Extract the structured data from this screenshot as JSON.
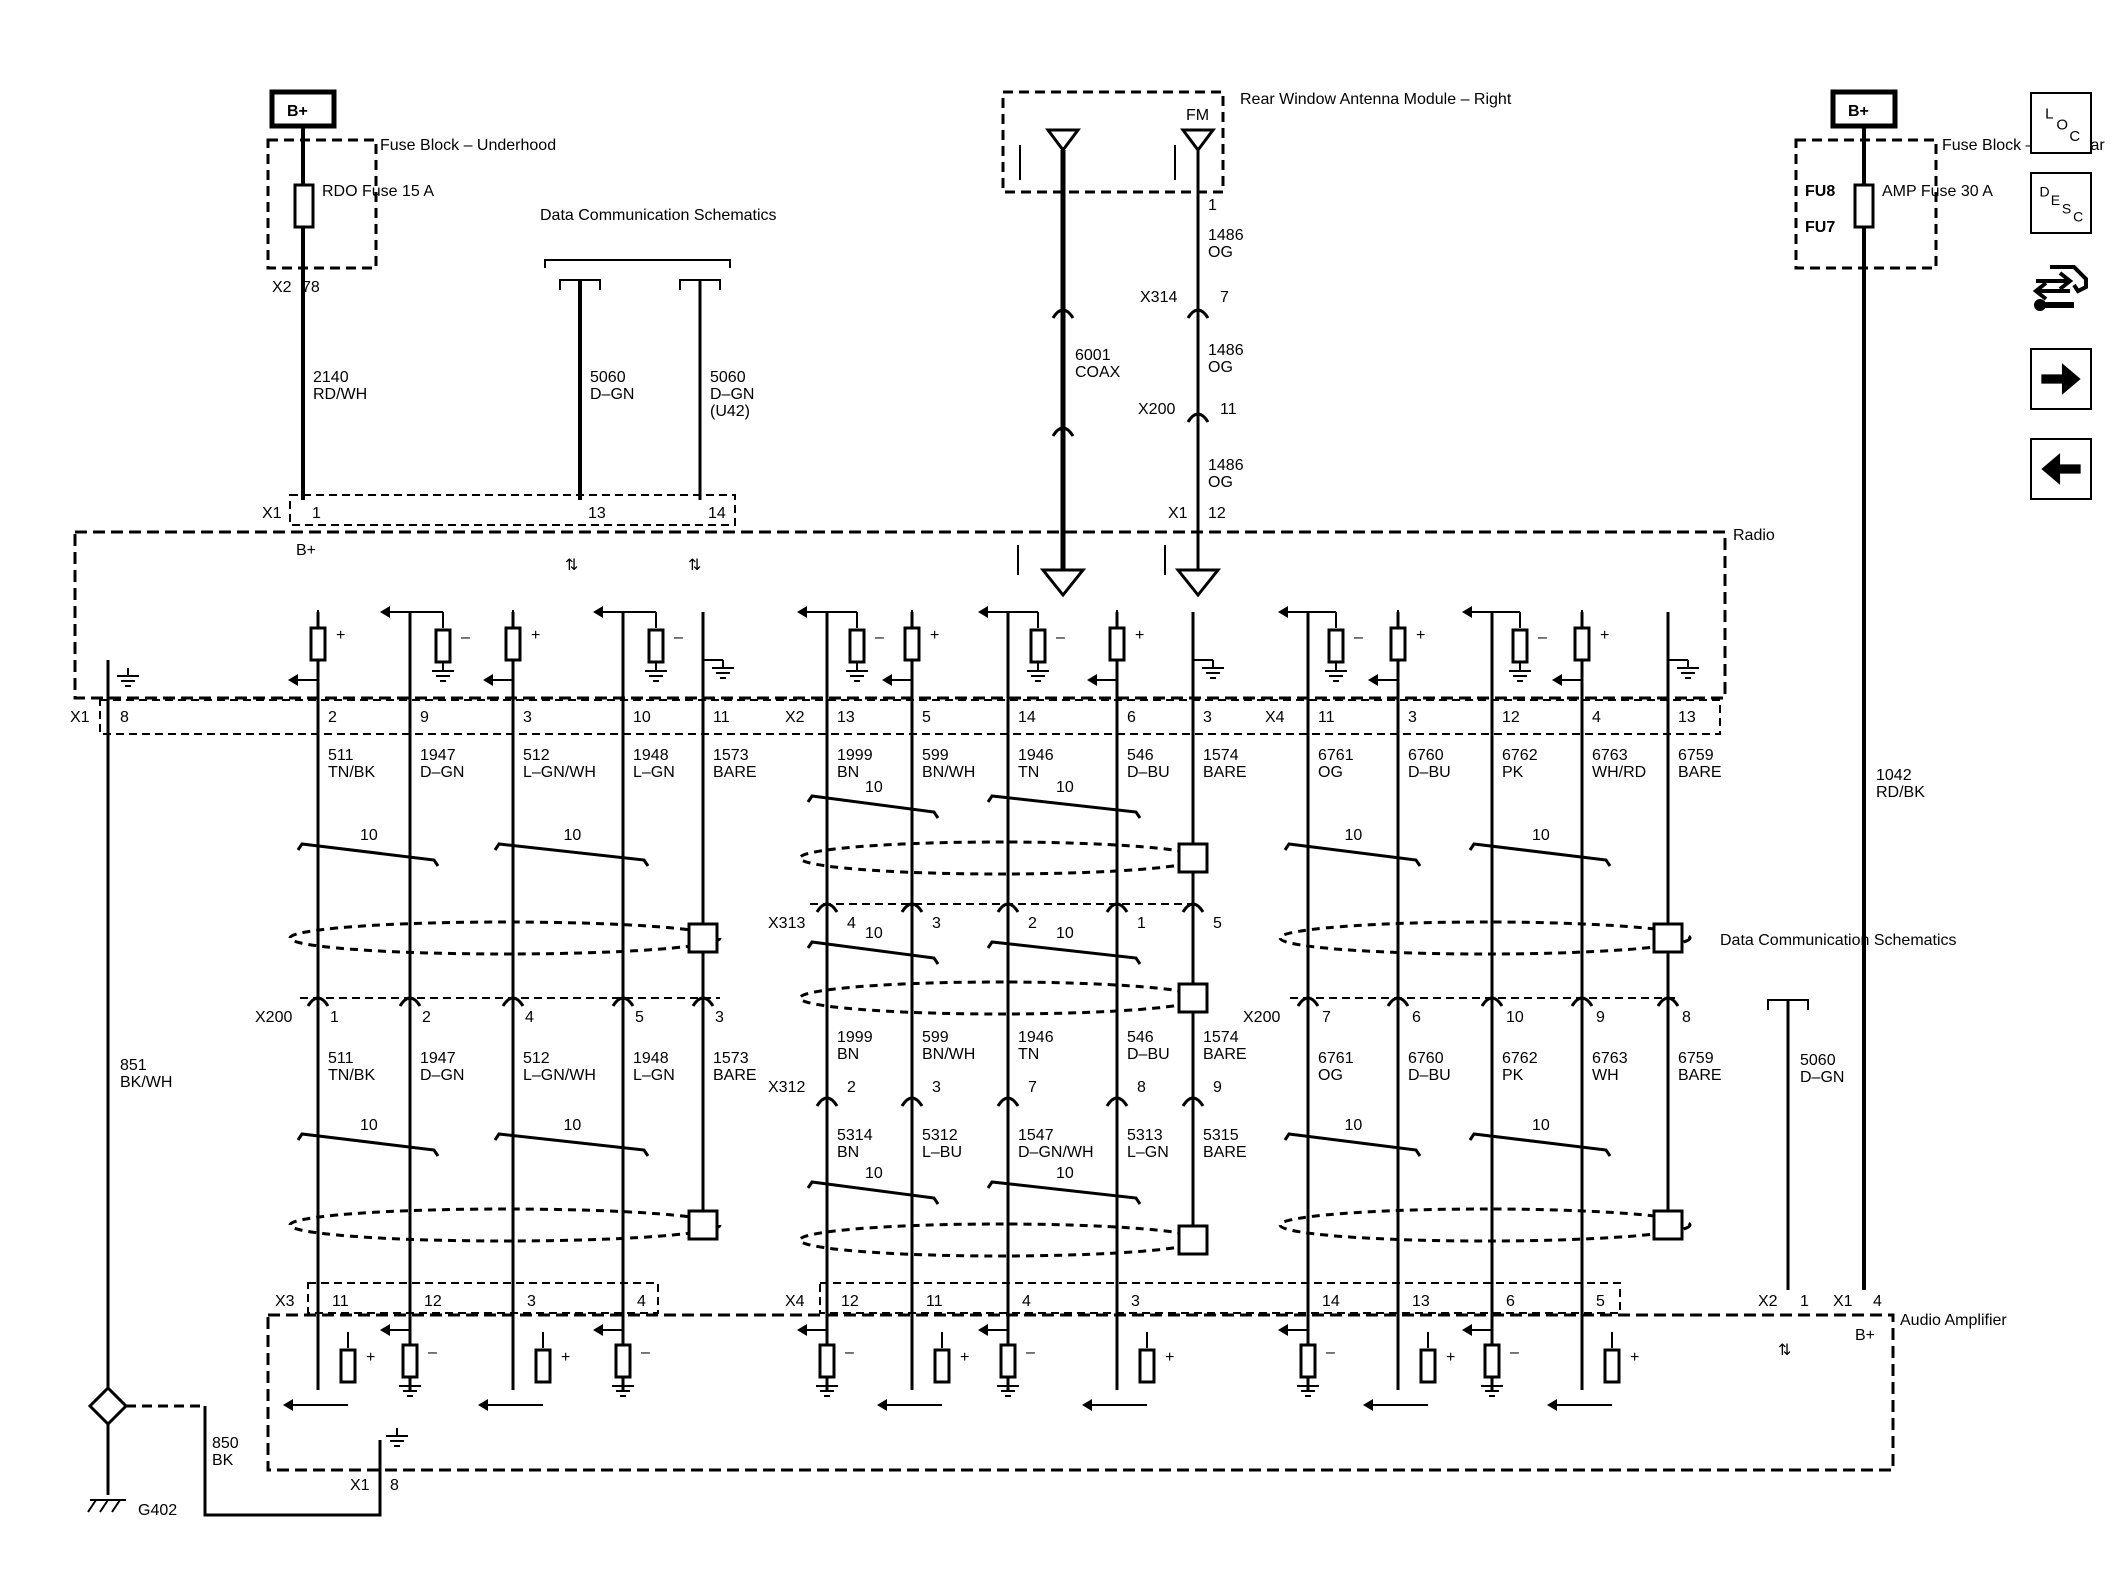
{
  "nav": {
    "loc_label": "LOC",
    "desc_label": "DESC",
    "buttons": [
      "loc-button",
      "desc-button",
      "connector-view-button",
      "next-page-button",
      "previous-page-button"
    ]
  },
  "power": {
    "left_supply": "B+",
    "right_supply": "B+",
    "left_fuse_block": "Fuse Block – Underhood",
    "left_fuse": "RDO Fuse 15 A",
    "right_fuse_block": "Fuse Block – Left Rear",
    "right_fuse": "AMP Fuse 30 A",
    "right_fu_labels": [
      "FU8",
      "FU7"
    ]
  },
  "data_comm": {
    "top_label": "Data Communication Schematics",
    "right_label": "Data Communication Schematics"
  },
  "antenna": {
    "module_label": "Rear Window Antenna Module – Right",
    "fm_label": "FM"
  },
  "modules": {
    "radio": "Radio",
    "amplifier": "Audio Amplifier"
  },
  "wires": {
    "w2140": [
      "2140",
      "RD/WH"
    ],
    "w5060a": [
      "5060",
      "D–GN"
    ],
    "w5060b": [
      "5060",
      "D–GN",
      "(U42)"
    ],
    "w6001": [
      "6001",
      "COAX"
    ],
    "w1486": [
      "1486",
      "OG"
    ],
    "w851": [
      "851",
      "BK/WH"
    ],
    "w850": [
      "850",
      "BK"
    ],
    "w1042": [
      "1042",
      "RD/BK"
    ],
    "w5060c": [
      "5060",
      "D–GN"
    ]
  },
  "connectors": {
    "x2_78": [
      "X2",
      "78"
    ],
    "x1_radio_top": [
      "X1",
      "1",
      "13",
      "14",
      "12"
    ],
    "x314": [
      "X314",
      "7"
    ],
    "x200_ant": [
      "X200",
      "11"
    ],
    "antenna_pin": "1",
    "x1_amp_bottom": [
      "X1",
      "8"
    ],
    "x2_amp": [
      "X2",
      "1"
    ],
    "x1_amp": [
      "X1",
      "4"
    ],
    "g402": "G402",
    "b_plus_radio": "B+",
    "b_plus_amp": "B+"
  },
  "group1": {
    "radio_connector": "X1",
    "inline_connector": "X200",
    "amp_connector": "X3",
    "ground_pin": "8",
    "twist": "10",
    "upper_pins": [
      "2",
      "9",
      "3",
      "10",
      "11"
    ],
    "mid_pins": [
      "1",
      "2",
      "4",
      "5",
      "3"
    ],
    "amp_pins": [
      "11",
      "12",
      "3",
      "4"
    ],
    "circuits": [
      "511",
      "1947",
      "512",
      "1948",
      "1573"
    ],
    "colors_upper": [
      "TN/BK",
      "D–GN",
      "L–GN/WH",
      "L–GN",
      "BARE"
    ],
    "colors_lower": [
      "TN/BK",
      "D–GN",
      "L–GN/WH",
      "L–GN",
      "BARE"
    ]
  },
  "group2": {
    "radio_connector": "X2",
    "inline1": "X313",
    "inline2": "X312",
    "amp_connector": "X4",
    "twist": "10",
    "upper_pins": [
      "13",
      "5",
      "14",
      "6",
      "3"
    ],
    "x313_pins": [
      "4",
      "3",
      "2",
      "1",
      "5"
    ],
    "x312_pins": [
      "2",
      "3",
      "7",
      "8",
      "9"
    ],
    "amp_pins": [
      "12",
      "11",
      "4",
      "3"
    ],
    "circuits_upper": [
      "1999",
      "599",
      "1946",
      "546",
      "1574"
    ],
    "colors_upper": [
      "BN",
      "BN/WH",
      "TN",
      "D–BU",
      "BARE"
    ],
    "circuits_mid": [
      "1999",
      "599",
      "1946",
      "546",
      "1574"
    ],
    "colors_mid": [
      "BN",
      "BN/WH",
      "TN",
      "D–BU",
      "BARE"
    ],
    "circuits_lower": [
      "5314",
      "5312",
      "1547",
      "5313",
      "5315"
    ],
    "colors_lower": [
      "BN",
      "L–BU",
      "D–GN/WH",
      "L–GN",
      "BARE"
    ]
  },
  "group3": {
    "radio_connector": "X4",
    "inline_connector": "X200",
    "twist": "10",
    "upper_pins": [
      "11",
      "3",
      "12",
      "4",
      "13"
    ],
    "mid_pins": [
      "7",
      "6",
      "10",
      "9",
      "8"
    ],
    "amp_pins": [
      "14",
      "13",
      "6",
      "5"
    ],
    "circuits": [
      "6761",
      "6760",
      "6762",
      "6763",
      "6759"
    ],
    "colors_upper": [
      "OG",
      "D–BU",
      "PK",
      "WH/RD",
      "BARE"
    ],
    "colors_lower": [
      "OG",
      "D–BU",
      "PK",
      "WH",
      "BARE"
    ]
  }
}
